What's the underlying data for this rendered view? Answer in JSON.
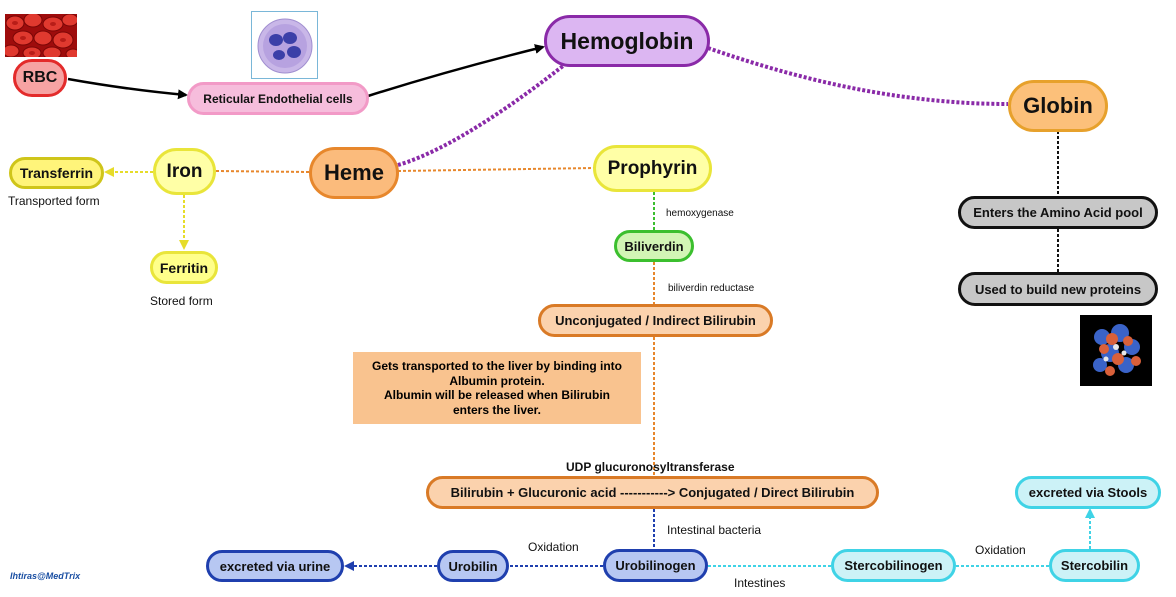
{
  "nodes": {
    "rbc": "RBC",
    "ret": "Reticular Endothelial cells",
    "hemoglobin": "Hemoglobin",
    "globin": "Globin",
    "heme": "Heme",
    "iron": "Iron",
    "transferrin": "Transferrin",
    "ferritin": "Ferritin",
    "prophyrin": "Prophyrin",
    "biliverdin": "Biliverdin",
    "unconj": "Unconjugated / Indirect Bilirubin",
    "conj": "Bilirubin + Glucuronic acid -----------> Conjugated / Direct Bilirubin",
    "urobilinogen": "Urobilinogen",
    "urobilin": "Urobilin",
    "urine": "excreted via urine",
    "stercobilinogen": "Stercobilinogen",
    "stercobilin": "Stercobilin",
    "stools": "excreted via Stools",
    "aminopool": "Enters the Amino Acid pool",
    "proteins": "Used to build new proteins"
  },
  "labels": {
    "transported": "Transported form",
    "stored": "Stored form",
    "hemoxygenase": "hemoxygenase",
    "reductase": "biliverdin reductase",
    "udp": "UDP glucuronosyltransferase",
    "bacteria": "Intestinal bacteria",
    "oxidation_left": "Oxidation",
    "oxidation_right": "Oxidation",
    "intestines": "Intestines",
    "watermark": "Ihtiras@MedTrix"
  },
  "note": {
    "line1": "Gets transported to the liver by binding into",
    "line2": "Albumin protein.",
    "line3": "Albumin will be released when Bilirubin",
    "line4": "enters the liver."
  },
  "colors": {
    "red": "#e32b2b",
    "pink": "#f29ac7",
    "purple": "#8a2aa8",
    "orange": "#e7872c",
    "yellow": "#e9e53a",
    "green": "#3bbf2e",
    "blue": "#1f3fae",
    "cyan": "#3fd3e6",
    "gray": "#111111"
  }
}
